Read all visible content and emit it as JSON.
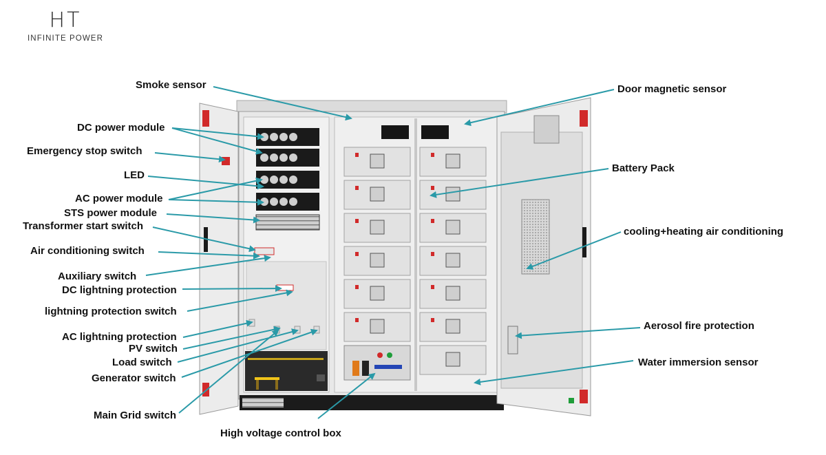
{
  "brand": {
    "mark": "HT",
    "tagline": "INFINITE POWER"
  },
  "labels": {
    "smoke_sensor": "Smoke sensor",
    "door_magnetic_sensor": "Door magnetic sensor",
    "dc_power_module": "DC power module",
    "emergency_stop_switch": "Emergency stop switch",
    "battery_pack": "Battery Pack",
    "led": "LED",
    "ac_power_module": "AC power module",
    "sts_power_module": "STS power module",
    "transformer_start_switch": "Transformer start switch",
    "cooling_heating_ac": "cooling+heating air conditioning",
    "air_conditioning_switch": "Air conditioning switch",
    "auxiliary_switch": "Auxiliary switch",
    "dc_lightning_protection": "DC lightning protection",
    "lightning_protection_switch": "lightning protection switch",
    "aerosol_fire_protection": "Aerosol fire protection",
    "ac_lightning_protection": "AC lightning protection",
    "pv_switch": "PV switch",
    "water_immersion_sensor": "Water immersion sensor",
    "load_switch": "Load switch",
    "generator_switch": "Generator switch",
    "main_grid_switch": "Main Grid switch",
    "high_voltage_control_box": "High voltage control box"
  },
  "colors": {
    "arrow": "#2a9aa8",
    "cabinet": "#e6e6e6",
    "cabinet_dark": "#1a1a1a",
    "accent_red": "#d12a2a",
    "module_black": "#161616"
  }
}
